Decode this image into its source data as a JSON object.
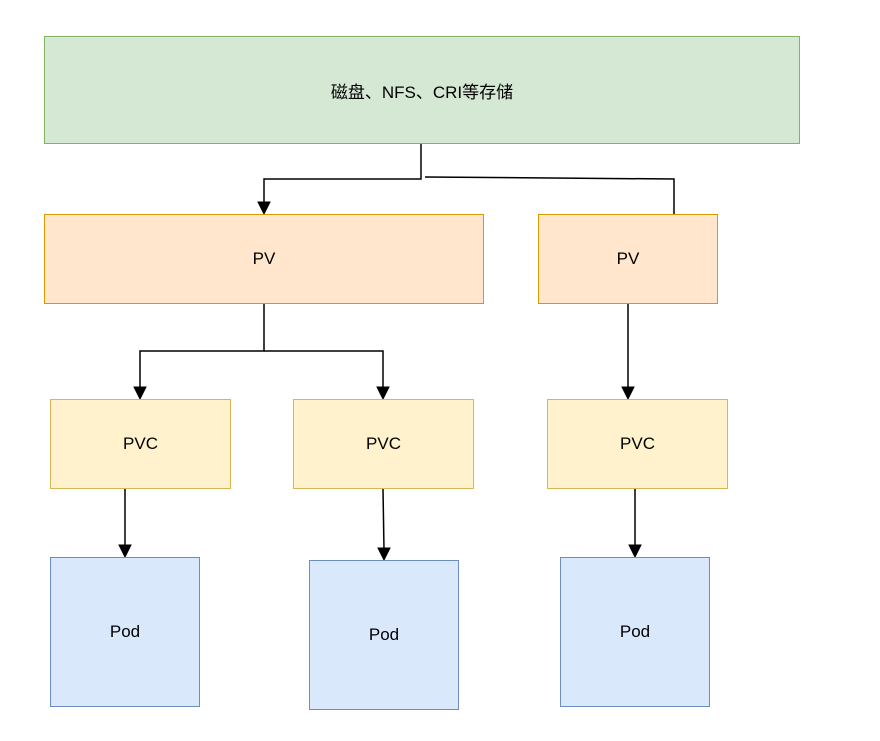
{
  "nodes": {
    "storage": "磁盘、NFS、CRI等存储",
    "pv_left": "PV",
    "pv_right": "PV",
    "pvc_1": "PVC",
    "pvc_2": "PVC",
    "pvc_3": "PVC",
    "pod_1": "Pod",
    "pod_2": "Pod",
    "pod_3": "Pod"
  },
  "colors": {
    "storage_fill": "#d5e8d4",
    "storage_stroke": "#82b366",
    "pv_fill": "#ffe6cc",
    "pv_stroke": "#d79b00",
    "pvc_fill": "#fff2cc",
    "pvc_stroke": "#d6b656",
    "pod_fill": "#dae8fc",
    "pod_stroke": "#6c8ebf"
  }
}
